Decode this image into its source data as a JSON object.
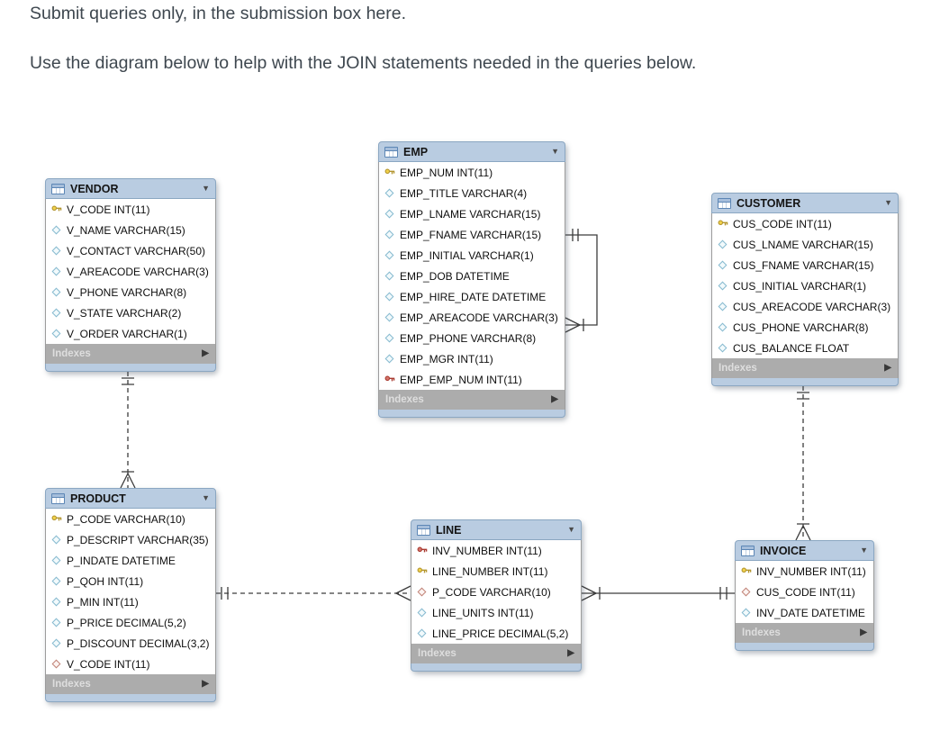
{
  "instructions": {
    "line1": "Submit queries only, in the submission box here.",
    "line2": "Use the diagram below to help with the JOIN statements needed in the queries below."
  },
  "diagram": {
    "tables": [
      {
        "name": "VENDOR",
        "footer_label": "Indexes",
        "fields": [
          {
            "icon": "primary-key",
            "label": "V_CODE INT(11)"
          },
          {
            "icon": "attribute",
            "label": "V_NAME VARCHAR(15)"
          },
          {
            "icon": "attribute",
            "label": "V_CONTACT VARCHAR(50)"
          },
          {
            "icon": "attribute",
            "label": "V_AREACODE VARCHAR(3)"
          },
          {
            "icon": "attribute",
            "label": "V_PHONE VARCHAR(8)"
          },
          {
            "icon": "attribute",
            "label": "V_STATE VARCHAR(2)"
          },
          {
            "icon": "attribute",
            "label": "V_ORDER VARCHAR(1)"
          }
        ]
      },
      {
        "name": "EMP",
        "footer_label": "Indexes",
        "fields": [
          {
            "icon": "primary-key",
            "label": "EMP_NUM INT(11)"
          },
          {
            "icon": "attribute",
            "label": "EMP_TITLE VARCHAR(4)"
          },
          {
            "icon": "attribute",
            "label": "EMP_LNAME VARCHAR(15)"
          },
          {
            "icon": "attribute",
            "label": "EMP_FNAME VARCHAR(15)"
          },
          {
            "icon": "attribute",
            "label": "EMP_INITIAL VARCHAR(1)"
          },
          {
            "icon": "attribute",
            "label": "EMP_DOB DATETIME"
          },
          {
            "icon": "attribute",
            "label": "EMP_HIRE_DATE DATETIME"
          },
          {
            "icon": "attribute",
            "label": "EMP_AREACODE VARCHAR(3)"
          },
          {
            "icon": "attribute",
            "label": "EMP_PHONE VARCHAR(8)"
          },
          {
            "icon": "attribute",
            "label": "EMP_MGR INT(11)"
          },
          {
            "icon": "foreign-primary-key",
            "label": "EMP_EMP_NUM INT(11)"
          }
        ]
      },
      {
        "name": "CUSTOMER",
        "footer_label": "Indexes",
        "fields": [
          {
            "icon": "primary-key",
            "label": "CUS_CODE INT(11)"
          },
          {
            "icon": "attribute",
            "label": "CUS_LNAME VARCHAR(15)"
          },
          {
            "icon": "attribute",
            "label": "CUS_FNAME VARCHAR(15)"
          },
          {
            "icon": "attribute",
            "label": "CUS_INITIAL VARCHAR(1)"
          },
          {
            "icon": "attribute",
            "label": "CUS_AREACODE VARCHAR(3)"
          },
          {
            "icon": "attribute",
            "label": "CUS_PHONE VARCHAR(8)"
          },
          {
            "icon": "attribute",
            "label": "CUS_BALANCE FLOAT"
          }
        ]
      },
      {
        "name": "PRODUCT",
        "footer_label": "Indexes",
        "fields": [
          {
            "icon": "primary-key",
            "label": "P_CODE VARCHAR(10)"
          },
          {
            "icon": "attribute",
            "label": "P_DESCRIPT VARCHAR(35)"
          },
          {
            "icon": "attribute",
            "label": "P_INDATE DATETIME"
          },
          {
            "icon": "attribute",
            "label": "P_QOH INT(11)"
          },
          {
            "icon": "attribute",
            "label": "P_MIN INT(11)"
          },
          {
            "icon": "attribute",
            "label": "P_PRICE DECIMAL(5,2)"
          },
          {
            "icon": "attribute",
            "label": "P_DISCOUNT DECIMAL(3,2)"
          },
          {
            "icon": "foreign-key",
            "label": "V_CODE INT(11)"
          }
        ]
      },
      {
        "name": "LINE",
        "footer_label": "Indexes",
        "fields": [
          {
            "icon": "foreign-primary-key",
            "label": "INV_NUMBER INT(11)"
          },
          {
            "icon": "primary-key",
            "label": "LINE_NUMBER INT(11)"
          },
          {
            "icon": "foreign-key",
            "label": "P_CODE VARCHAR(10)"
          },
          {
            "icon": "attribute",
            "label": "LINE_UNITS INT(11)"
          },
          {
            "icon": "attribute",
            "label": "LINE_PRICE DECIMAL(5,2)"
          }
        ]
      },
      {
        "name": "INVOICE",
        "footer_label": "Indexes",
        "fields": [
          {
            "icon": "primary-key",
            "label": "INV_NUMBER INT(11)"
          },
          {
            "icon": "foreign-key",
            "label": "CUS_CODE INT(11)"
          },
          {
            "icon": "attribute",
            "label": "INV_DATE DATETIME"
          }
        ]
      }
    ],
    "relationships": [
      {
        "from": "VENDOR",
        "to": "PRODUCT",
        "from_end": "one",
        "to_end": "many",
        "style": "dashed"
      },
      {
        "from": "EMP",
        "to": "EMP",
        "from_end": "one",
        "to_end": "many",
        "style": "solid"
      },
      {
        "from": "CUSTOMER",
        "to": "INVOICE",
        "from_end": "one",
        "to_end": "many",
        "style": "dashed"
      },
      {
        "from": "PRODUCT",
        "to": "LINE",
        "from_end": "one",
        "to_end": "many",
        "style": "dashed"
      },
      {
        "from": "INVOICE",
        "to": "LINE",
        "from_end": "one",
        "to_end": "many",
        "style": "solid"
      }
    ]
  },
  "colors": {
    "header_blue": "#b9cce1",
    "indexes_gray": "#acacac",
    "primary_key": "#f2d24b",
    "foreign_primary_key": "#c14f44",
    "attribute_diamond": "#85b9cf",
    "foreign_key_diamond": "#c08175",
    "relationship_line": "#3c3c3c",
    "text_dark": "#3e474f"
  }
}
